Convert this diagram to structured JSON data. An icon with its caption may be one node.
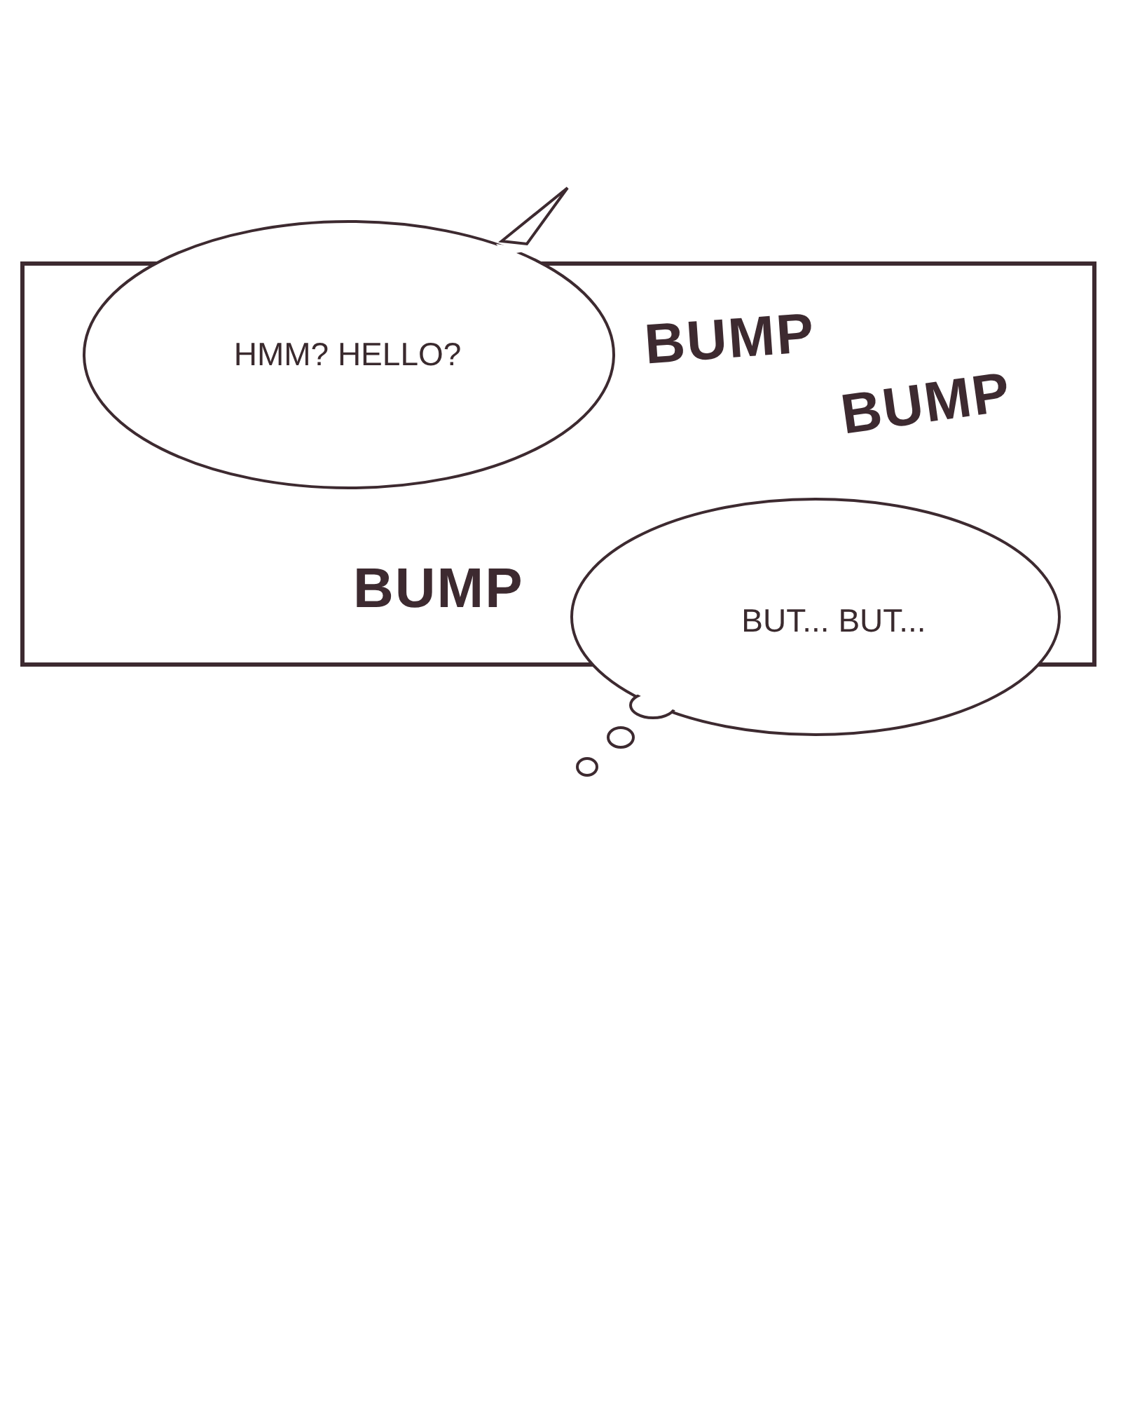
{
  "diagram": {
    "nodes": [
      {
        "text": [
          "HMM? HELLO?"
        ]
      },
      {
        "text": [
          "BUT... BUT..."
        ]
      }
    ],
    "edges": [],
    "labels": [
      "BUMP",
      "BUMP",
      "BUMP"
    ]
  }
}
